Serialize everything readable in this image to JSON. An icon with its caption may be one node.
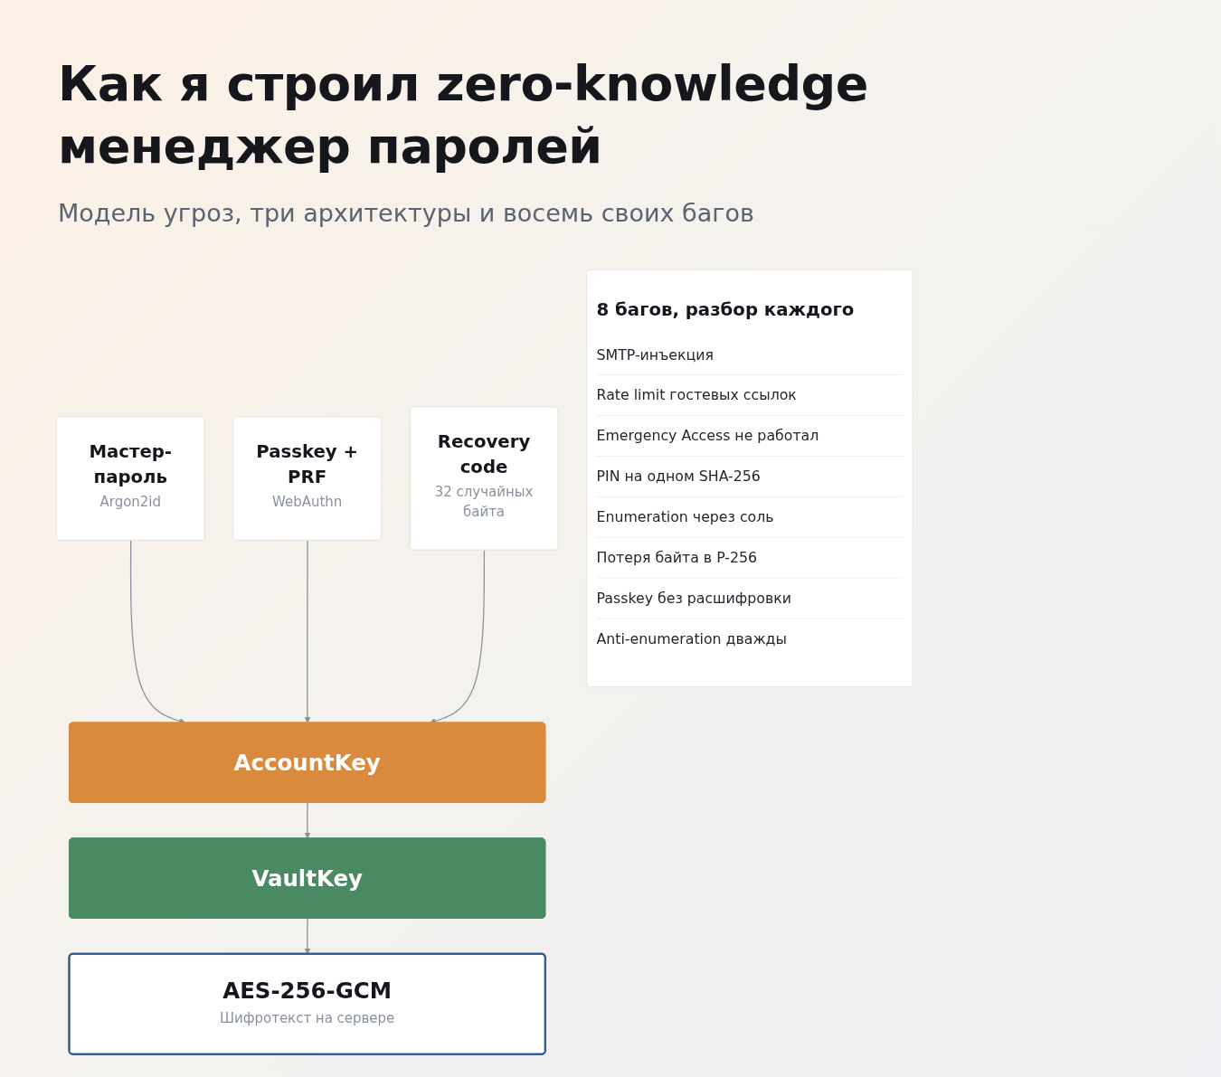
{
  "diagram": {
    "title": "Как я строил zero-knowledge менеджер паролей",
    "nodes": [
      {
        "text": [
          "Мастер-пароль",
          "Argon2id"
        ]
      },
      {
        "text": [
          "Passkey + PRF",
          "WebAuthn"
        ]
      },
      {
        "text": [
          "Recovery code",
          "32 случайных байта"
        ]
      },
      {
        "text": [
          "AccountKey"
        ]
      },
      {
        "text": [
          "VaultKey"
        ]
      },
      {
        "text": [
          "AES-256-GCM",
          "Шифротекст на сервере"
        ]
      },
      {
        "text": [
          "8 багов, разбор каждого",
          "SMTP-инъекция",
          "Rate limit гостевых ссылок",
          "Emergency Access не работал",
          "PIN на одном SHA-256",
          "Enumeration через соль",
          "Потеря байта в P-256",
          "Passkey без расшифровки",
          "Anti-enumeration дважды"
        ]
      }
    ],
    "edges": [
      {
        "from": 0,
        "to": 3,
        "arrow": "to"
      },
      {
        "from": 1,
        "to": 3,
        "arrow": "to"
      },
      {
        "from": 2,
        "to": 3,
        "arrow": "to"
      },
      {
        "from": 3,
        "to": 4,
        "arrow": "to"
      },
      {
        "from": 4,
        "to": 5,
        "arrow": "to"
      }
    ],
    "labels": [
      "Модель угроз, три архитектуры и восемь своих багов"
    ]
  }
}
